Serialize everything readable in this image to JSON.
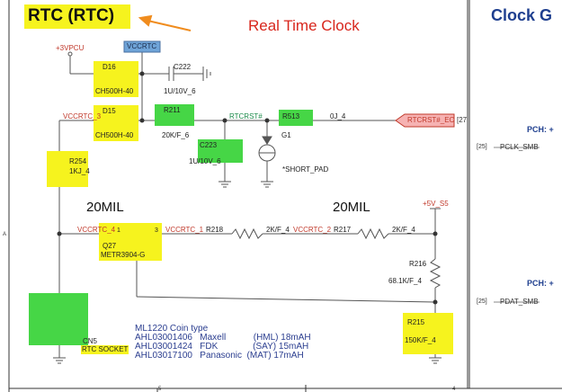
{
  "header": {
    "title": "RTC (RTC)",
    "subtitle": "Real Time Clock",
    "right_title": "Clock G"
  },
  "nets": {
    "v3vpcu": "+3VPCU",
    "vccrtc": "VCCRTC",
    "vccrtc_3": "VCCRTC_3",
    "rtcrst": "RTCRST#",
    "rtcrst_ec": "RTCRST#_EC",
    "rtcrst_ec_ref": "[27",
    "v5s5": "+5V_S5",
    "vccrtc_4": "VCCRTC_4",
    "vccrtc_1": "VCCRTC_1",
    "vccrtc_2": "VCCRTC_2"
  },
  "parts": {
    "d16_ref": "D16",
    "d16_val": "CH500H-40",
    "c222_ref": "C222",
    "c222_val": "1U/10V_6",
    "d15_ref": "D15",
    "d15_val": "CH500H-40",
    "r211_ref": "R211",
    "r211_val": "20K/F_6",
    "c223_ref": "C223",
    "c223_val": "1U/10V_6",
    "r513_ref": "R513",
    "r513_val": "0J_4",
    "g1_ref": "G1",
    "g1_val": "*SHORT_PAD",
    "r254_ref": "R254",
    "r254_val": "1KJ_4",
    "q27_ref": "Q27",
    "q27_val": "METR3904-G",
    "q27_pin1": "1",
    "q27_pin3": "3",
    "r218_ref": "R218",
    "r218_val": "2K/F_4",
    "r217_ref": "R217",
    "r217_val": "2K/F_4",
    "r216_ref": "R216",
    "r216_val": "68.1K/F_4",
    "r215_ref": "R215",
    "r215_val": "150K/F_4",
    "cn5_ref": "CN5",
    "cn5_val": "RTC SOCKET"
  },
  "notes": {
    "width_left": "20MIL",
    "width_right": "20MIL",
    "coin_lines": [
      "ML1220 Coin type",
      "AHL03001406   Maxell           (HML) 18mAH",
      "AHL03001424   FDK              (SAY) 15mAH",
      "AHL03017100   Panasonic  (MAT) 17mAH"
    ]
  },
  "right_panel": {
    "pch_top": "PCH: +",
    "pclk_ref": "[25]",
    "pclk": "PCLK_SMB",
    "pch_bottom": "PCH: +",
    "pdat_ref": "[25]",
    "pdat": "PDAT_SMB"
  },
  "border": {
    "row_a": "A",
    "col_5": "5",
    "col_4": "4"
  },
  "colors": {
    "wire": "#555555",
    "net_label": "#c0392b",
    "part_label": "#222222",
    "title_red": "#d8261c",
    "title_blue": "#1f3f8f",
    "arrow": "#f08c1e",
    "highlight_yellow": "#f6f31e",
    "highlight_green": "#46d646",
    "highlight_blue": "#6fa4d8",
    "highlight_pink": "#f6b2b2",
    "note_blue": "#2a3d8f"
  }
}
